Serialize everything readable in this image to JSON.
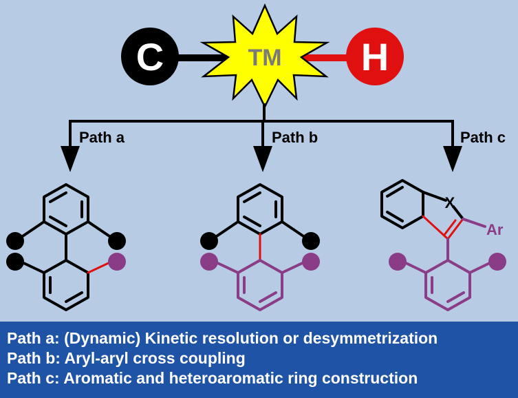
{
  "top": {
    "c_label": "C",
    "tm_label": "TM",
    "h_label": "H"
  },
  "paths": [
    {
      "label": "Path a"
    },
    {
      "label": "Path b"
    },
    {
      "label": "Path c"
    }
  ],
  "path_c_product": {
    "heteroatom_label": "X",
    "substituent_label": "Ar"
  },
  "legend": [
    "Path a: (Dynamic) Kinetic resolution or desymmetrization",
    "Path b: Aryl-aryl cross coupling",
    "Path c: Aromatic and heteroaromatic ring construction"
  ],
  "colors": {
    "background": "#b8cbe4",
    "legend_bg": "#1f53a6",
    "carbon": "#000000",
    "hydrogen": "#e01010",
    "metal_star": "#ffff00",
    "metal_text": "#7a7a7a",
    "purple": "#8a3d86",
    "new_bond": "#e01010"
  }
}
